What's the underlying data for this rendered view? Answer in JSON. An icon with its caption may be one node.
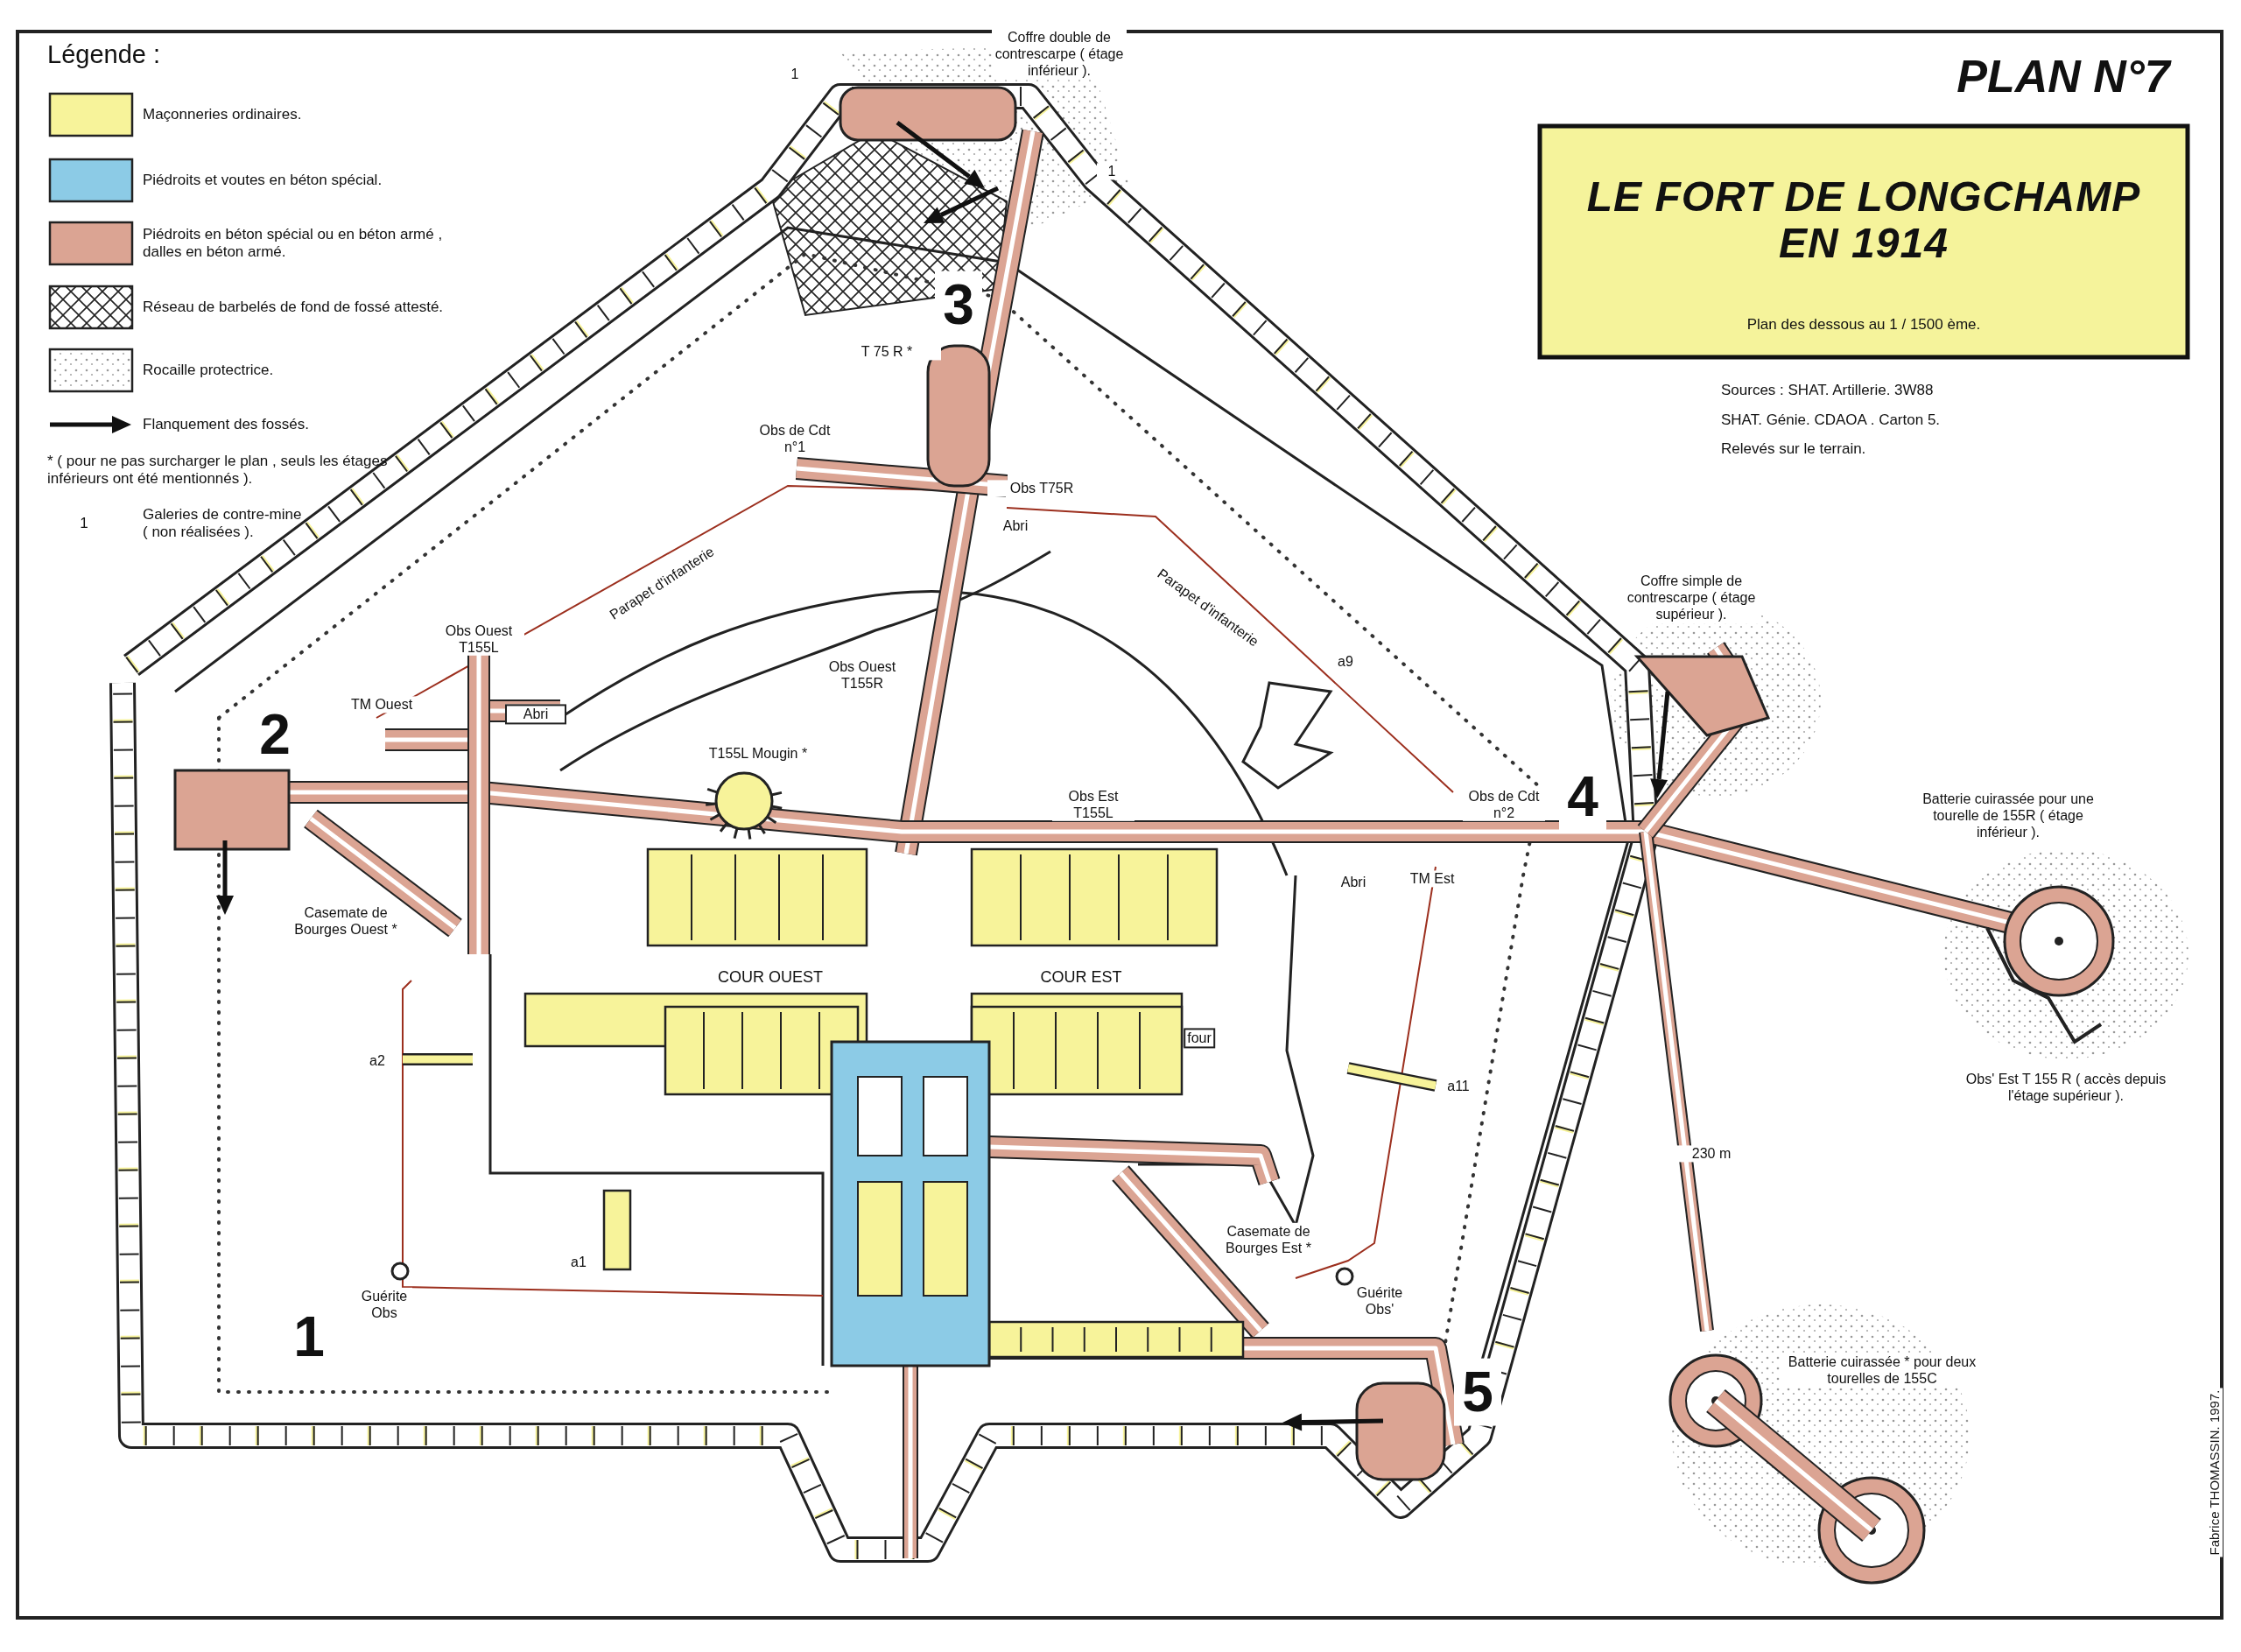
{
  "diagram": {
    "title": "LE FORT DE LONGCHAMP EN 1914",
    "labels": [
      "PLAN N°7",
      "Plan des dessous au 1 / 1500 ème.",
      "Sources : SHAT. Artillerie. 3W88",
      "SHAT. Génie. CDAOA . Carton 5.",
      "Relevés sur le terrain.",
      "Légende :",
      "* ( pour ne pas surcharger le plan , seuls les étages inférieurs ont été mentionnés ).",
      "1",
      "Galeries de contre-mine ( non réalisées ).",
      "Coffre double de contrescarpe ( étage inférieur ).",
      "1",
      "1",
      "3",
      "T 75 R *",
      "Obs de Cdt n°1",
      "Obs T75R",
      "Abri",
      "Parapet d'infanterie",
      "Parapet d'infanterie",
      "Coffre simple de contrescarpe ( étage supérieur ).",
      "Obs Ouest T155L",
      "TM Ouest",
      "Abri",
      "2",
      "Obs Ouest T155R",
      "a9",
      "T155L Mougin *",
      "Obs Est T155L",
      "Obs de Cdt n°2",
      "4",
      "Batterie cuirassée pour une tourelle de 155R ( étage inférieur ).",
      "Abri",
      "TM Est",
      "Casemate de Bourges Ouest *",
      "COUR OUEST",
      "COUR EST",
      "four",
      "a2",
      "a11",
      "Obs' Est T 155 R ( accès depuis l'étage supérieur ).",
      "230 m",
      "Casemate de Bourges Est *",
      "a1",
      "Guérite Obs",
      "Guérite Obs'",
      "1",
      "Batterie cuirassée * pour deux tourelles de 155C",
      "5",
      "Fabrice THOMASSIN. 1997."
    ],
    "legend": [
      {
        "text": "Maçonneries ordinaires.",
        "color": "#f7f39a"
      },
      {
        "text": "Piédroits et voutes en béton spécial.",
        "color": "#8ccbe6"
      },
      {
        "text": "Piédroits en béton spécial ou en béton armé , dalles en béton armé.",
        "color": "#dba493"
      },
      {
        "text": "Réseau de barbelés de fond de fossé attesté."
      },
      {
        "text": "Rocaille protectrice."
      },
      {
        "text": "Flanquement des fossés."
      }
    ]
  }
}
